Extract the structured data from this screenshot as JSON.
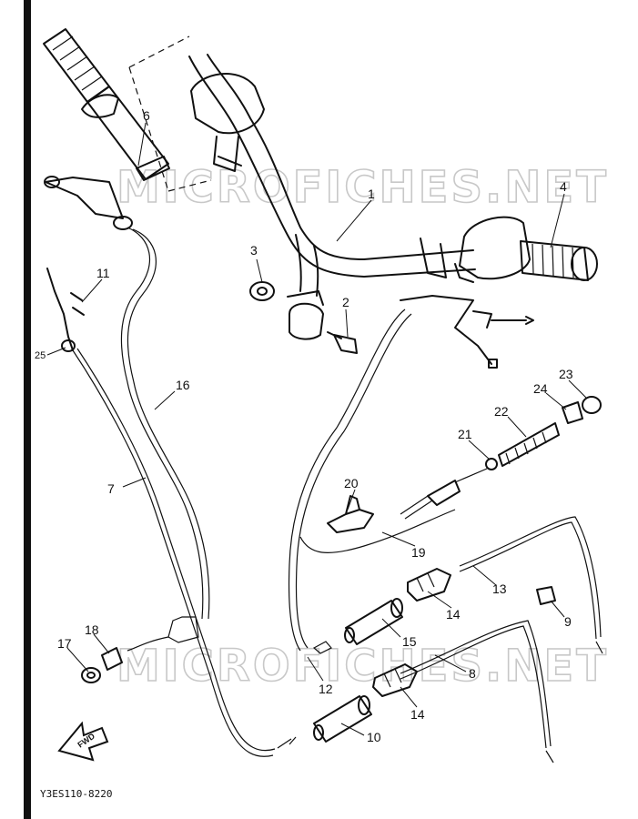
{
  "diagram": {
    "watermark": "MICROFICHES.NET",
    "code": "Y3ES110-8220",
    "fwd_label": "FWD",
    "callouts": [
      {
        "id": "1",
        "label": "1"
      },
      {
        "id": "2",
        "label": "2"
      },
      {
        "id": "3",
        "label": "3"
      },
      {
        "id": "4",
        "label": "4"
      },
      {
        "id": "6",
        "label": "6"
      },
      {
        "id": "7",
        "label": "7"
      },
      {
        "id": "8",
        "label": "8"
      },
      {
        "id": "9",
        "label": "9"
      },
      {
        "id": "10",
        "label": "10"
      },
      {
        "id": "11",
        "label": "11"
      },
      {
        "id": "12",
        "label": "12"
      },
      {
        "id": "13",
        "label": "13"
      },
      {
        "id": "14a",
        "label": "14"
      },
      {
        "id": "14b",
        "label": "14"
      },
      {
        "id": "15",
        "label": "15"
      },
      {
        "id": "16",
        "label": "16"
      },
      {
        "id": "17",
        "label": "17"
      },
      {
        "id": "18",
        "label": "18"
      },
      {
        "id": "19",
        "label": "19"
      },
      {
        "id": "20",
        "label": "20"
      },
      {
        "id": "21",
        "label": "21"
      },
      {
        "id": "22",
        "label": "22"
      },
      {
        "id": "23",
        "label": "23"
      },
      {
        "id": "24",
        "label": "24"
      },
      {
        "id": "25",
        "label": "25"
      }
    ]
  }
}
